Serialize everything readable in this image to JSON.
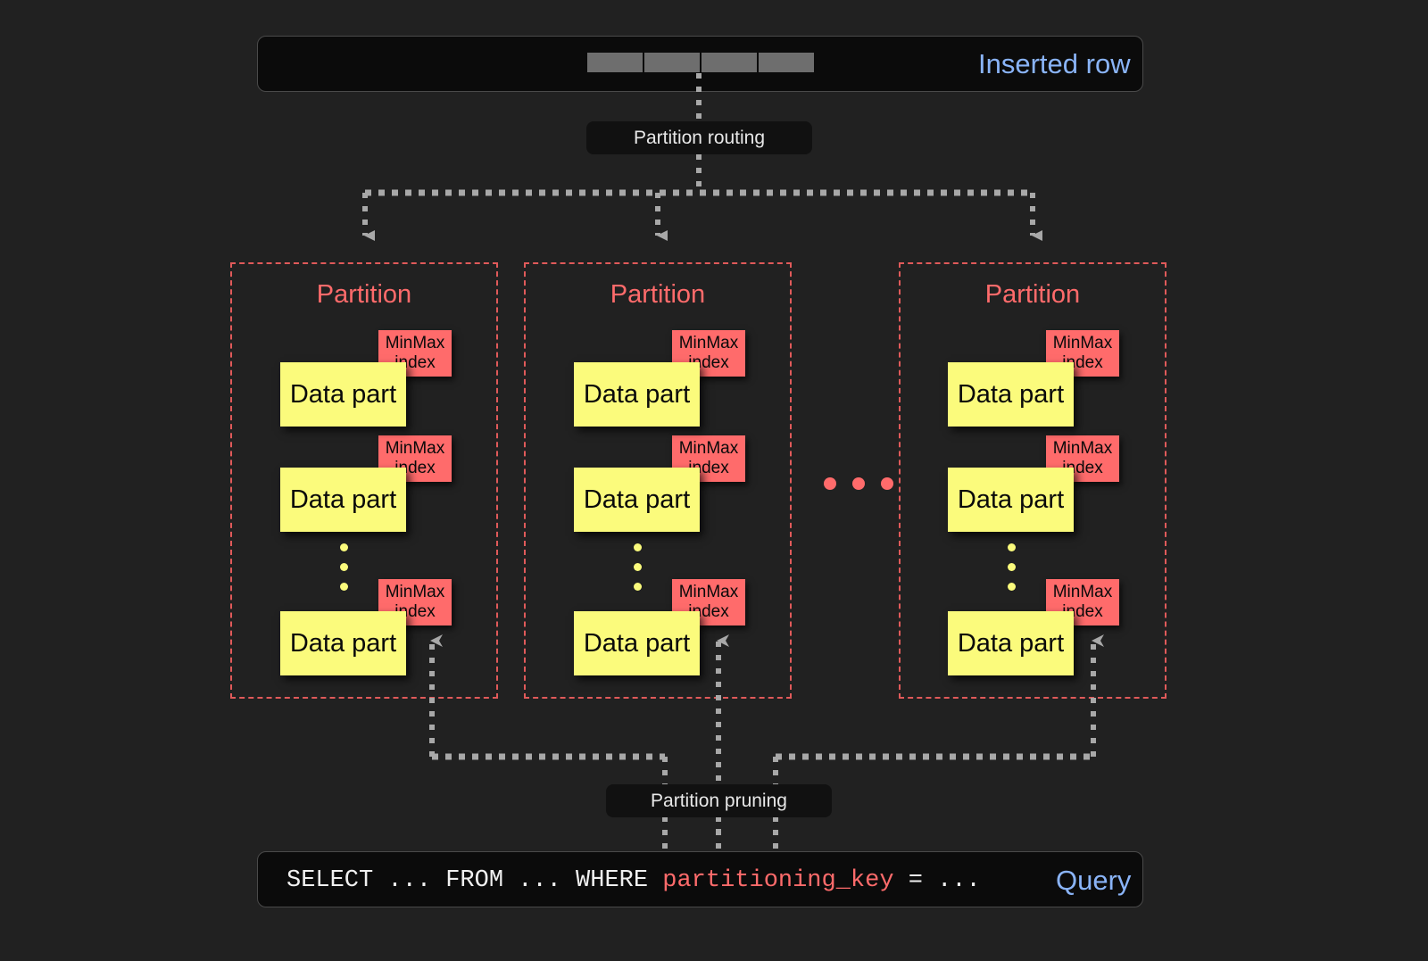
{
  "diagram": {
    "title": "ClickHouse partitioning: insert routing and partition pruning",
    "background_color": "#212121",
    "accent_red": "#ff6b6b",
    "accent_yellow": "#fbfb7c",
    "accent_blue": "#8ab4f8",
    "wire_color": "#b0b0b0"
  },
  "inserted_row": {
    "label": "Inserted row",
    "cell_count": 4
  },
  "routing": {
    "label": "Partition routing"
  },
  "pruning": {
    "label": "Partition pruning"
  },
  "query": {
    "prefix": "SELECT ... FROM ... WHERE ",
    "key": "partitioning_key",
    "suffix": " = ...",
    "label": "Query"
  },
  "partition_title": "Partition",
  "data_part_label": "Data part",
  "minmax_index": {
    "line1": "MinMax",
    "line2": "index"
  },
  "partitions": [
    {
      "title": "Partition",
      "parts": [
        {
          "label": "Data part",
          "index": {
            "line1": "MinMax",
            "line2": "index"
          }
        },
        {
          "label": "Data part",
          "index": {
            "line1": "MinMax",
            "line2": "index"
          }
        },
        {
          "label": "Data part",
          "index": {
            "line1": "MinMax",
            "line2": "index"
          }
        }
      ],
      "vertical_ellipsis_dots": 3
    },
    {
      "title": "Partition",
      "parts": [
        {
          "label": "Data part",
          "index": {
            "line1": "MinMax",
            "line2": "index"
          }
        },
        {
          "label": "Data part",
          "index": {
            "line1": "MinMax",
            "line2": "index"
          }
        },
        {
          "label": "Data part",
          "index": {
            "line1": "MinMax",
            "line2": "index"
          }
        }
      ],
      "vertical_ellipsis_dots": 3
    },
    {
      "title": "Partition",
      "parts": [
        {
          "label": "Data part",
          "index": {
            "line1": "MinMax",
            "line2": "index"
          }
        },
        {
          "label": "Data part",
          "index": {
            "line1": "MinMax",
            "line2": "index"
          }
        },
        {
          "label": "Data part",
          "index": {
            "line1": "MinMax",
            "line2": "index"
          }
        }
      ],
      "vertical_ellipsis_dots": 3
    }
  ],
  "partition_ellipsis_dots": 3
}
